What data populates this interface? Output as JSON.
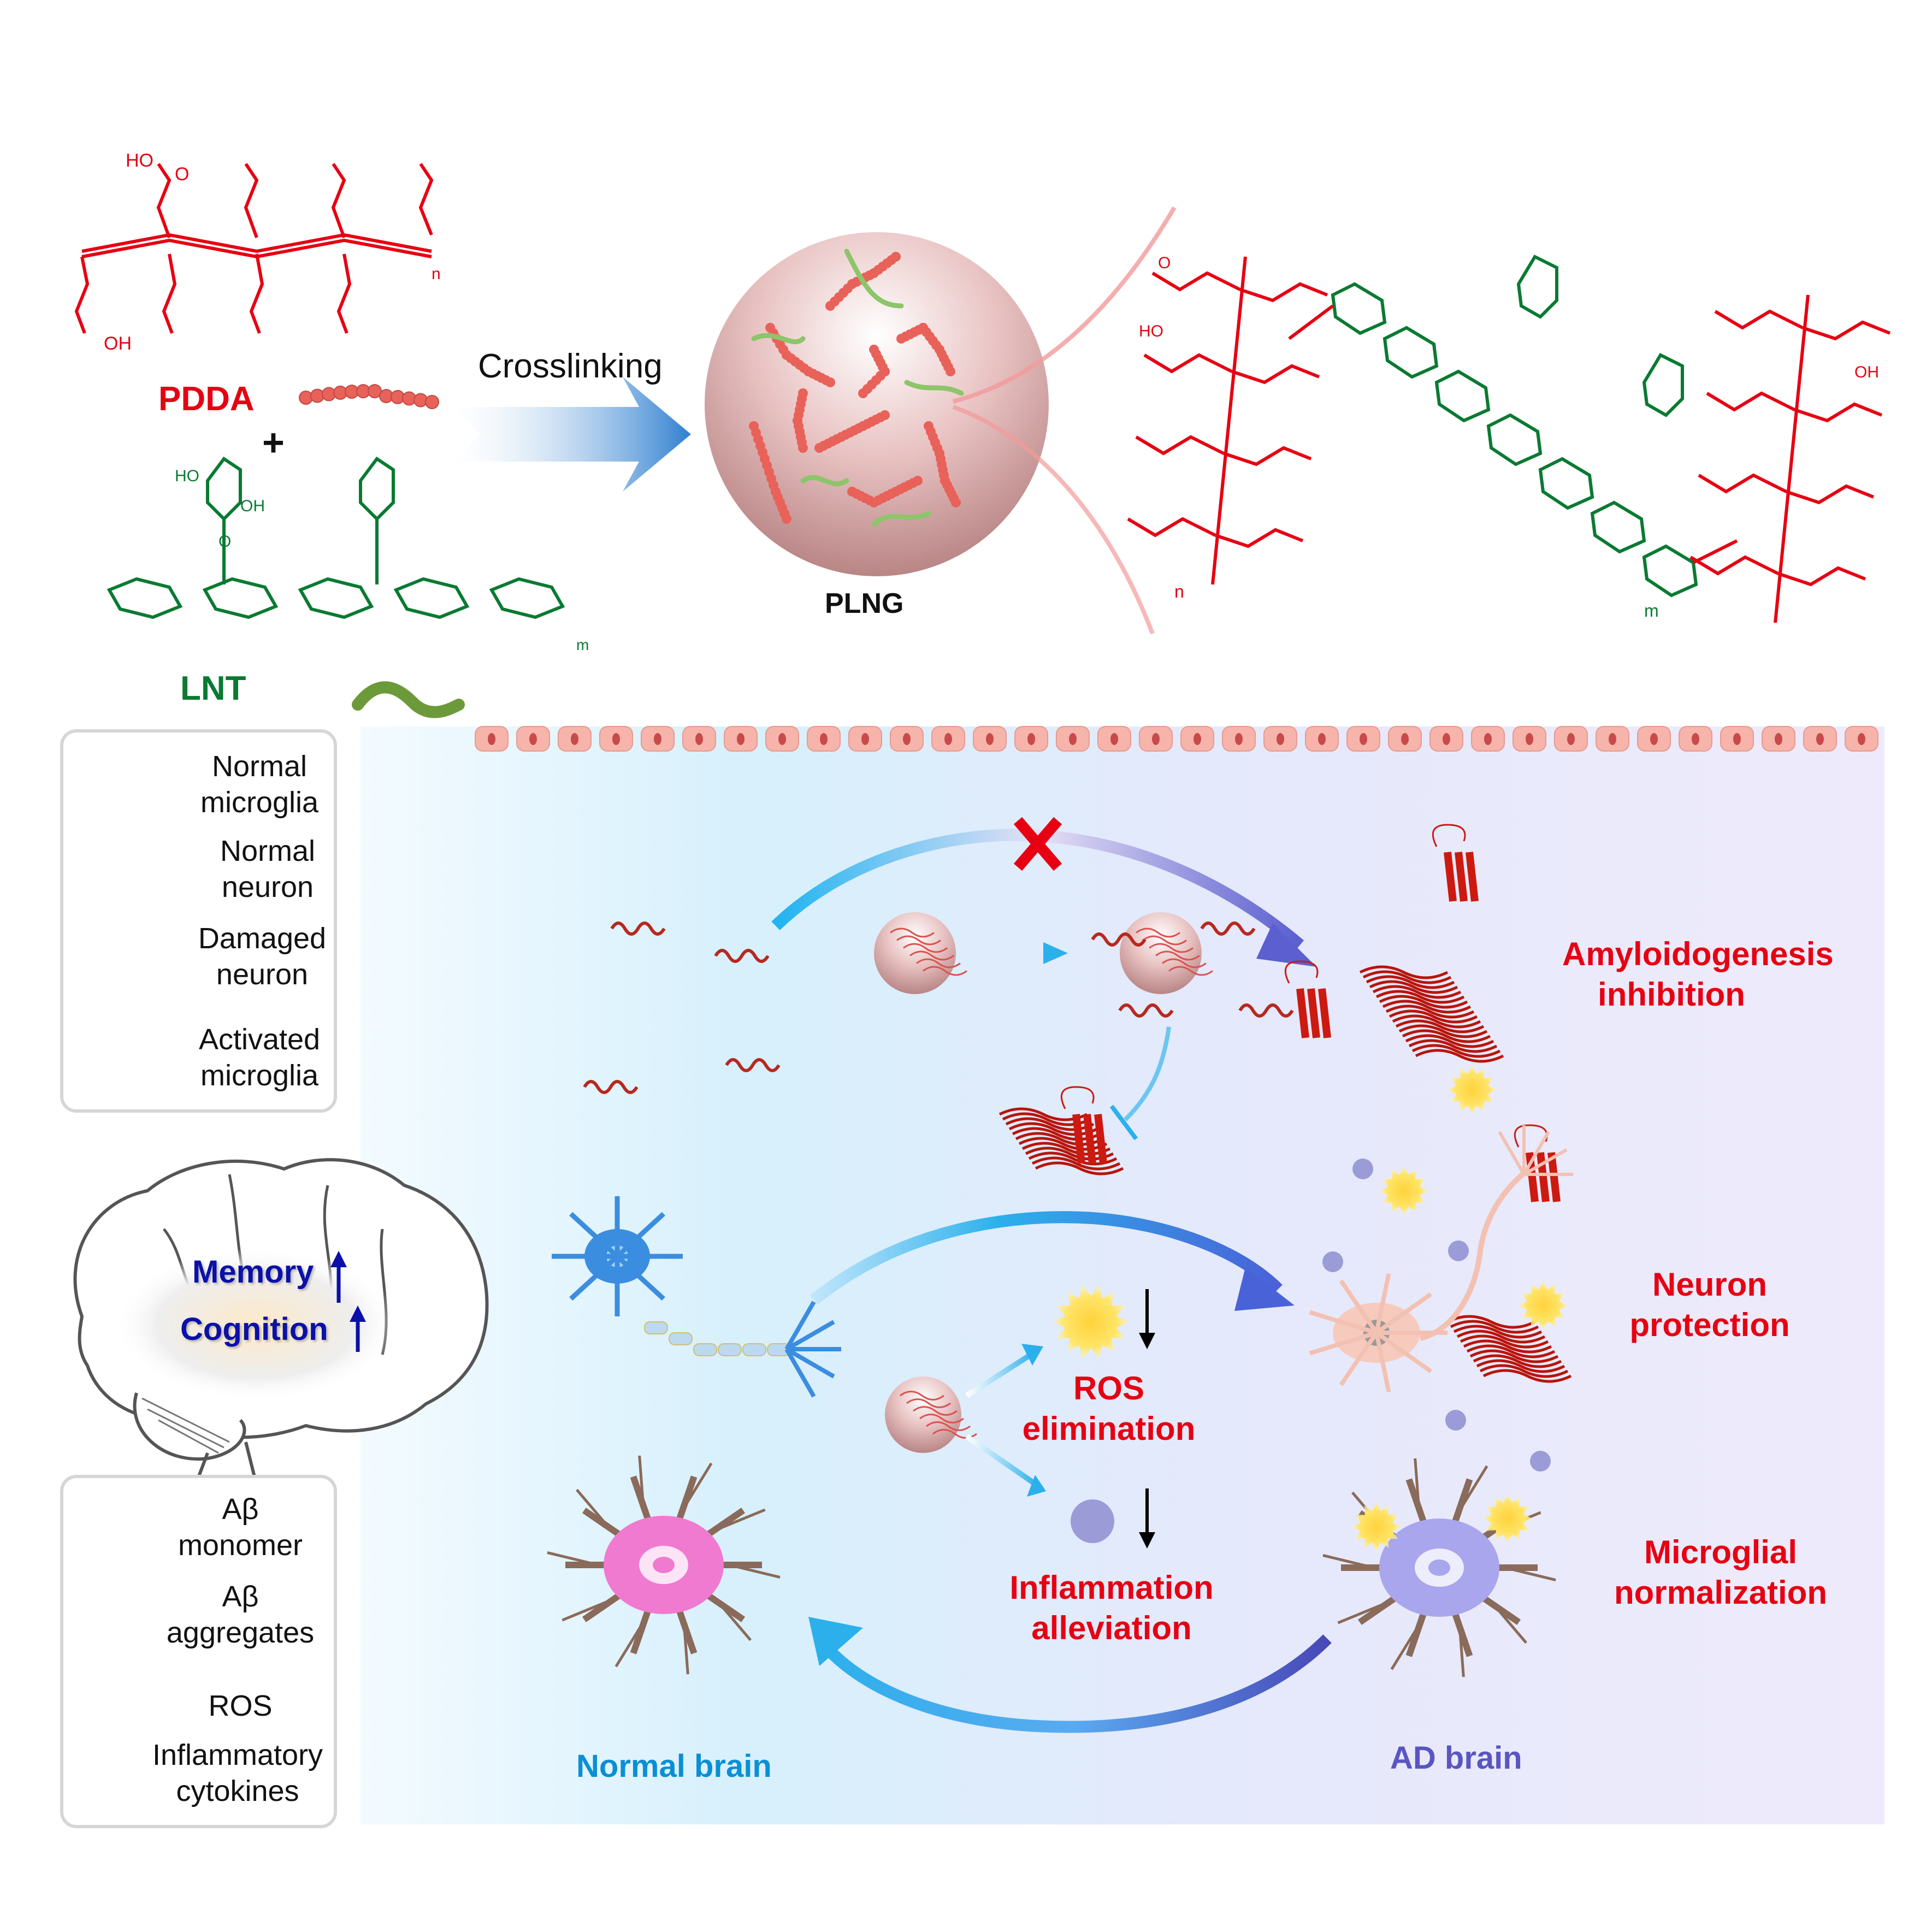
{
  "top_panel": {
    "pdda_label": "PDDA",
    "plus_sign": "+",
    "lnt_label": "LNT",
    "crosslinking_label": "Crosslinking",
    "plng_label": "PLNG",
    "pdda_structure": {
      "acid_group_top": "HO",
      "acid_group_bottom": "OH",
      "carbonyl_o": "O",
      "repeat_index": "n"
    },
    "lnt_structure": {
      "hydroxyl_left": "HO",
      "hydroxyl_right": "OH",
      "ring_o": "O",
      "repeat_index": "m"
    },
    "crosslinked_structure": {
      "hydroxyl_left": "HO",
      "hydroxyl_right": "OH",
      "carbonyl_o": "O",
      "pdda_repeat_index": "n",
      "lnt_repeat_index": "m"
    }
  },
  "legend_cells": {
    "items": [
      {
        "label_line1": "Normal",
        "label_line2": "microglia",
        "icon": "normal-microglia-icon"
      },
      {
        "label_line1": "Normal",
        "label_line2": "neuron",
        "icon": "normal-neuron-icon"
      },
      {
        "label_line1": "Damaged",
        "label_line2": "neuron",
        "icon": "damaged-neuron-icon"
      },
      {
        "label_line1": "Activated",
        "label_line2": "microglia",
        "icon": "activated-microglia-icon"
      }
    ]
  },
  "legend_molecules": {
    "items": [
      {
        "label_line1": "Aβ",
        "label_line2": "monomer",
        "icon": "abeta-monomer-icon"
      },
      {
        "label_line1": "Aβ",
        "label_line2": "aggregates",
        "icon": "abeta-aggregates-icon"
      },
      {
        "label_line1": "ROS",
        "label_line2": "",
        "icon": "ros-icon"
      },
      {
        "label_line1": "Inflammatory",
        "label_line2": "cytokines",
        "icon": "cytokine-icon"
      }
    ]
  },
  "brain": {
    "memory_label": "Memory",
    "cognition_label": "Cognition"
  },
  "effects": {
    "amyloid_line1": "Amyloidogenesis",
    "amyloid_line2": "inhibition",
    "neuron_line1": "Neuron",
    "neuron_line2": "protection",
    "microglia_line1": "Microglial",
    "microglia_line2": "normalization",
    "ros_line1": "ROS",
    "ros_line2": "elimination",
    "inflam_line1": "Inflammation",
    "inflam_line2": "alleviation"
  },
  "regions": {
    "normal_label": "Normal brain",
    "ad_label": "AD brain"
  },
  "colors": {
    "pdda_red": "#e60012",
    "lnt_green": "#0a7a32",
    "effect_red": "#e60012",
    "normal_blue": "#0a8fd6",
    "ad_purple": "#5a55c0",
    "memory_navy": "#0a10a8",
    "arrow_cyan": "#2bb0ec",
    "arrow_indigo": "#5b5fd0",
    "ros_yellow": "#ffd640",
    "cytokine_violet": "#9696d8"
  }
}
